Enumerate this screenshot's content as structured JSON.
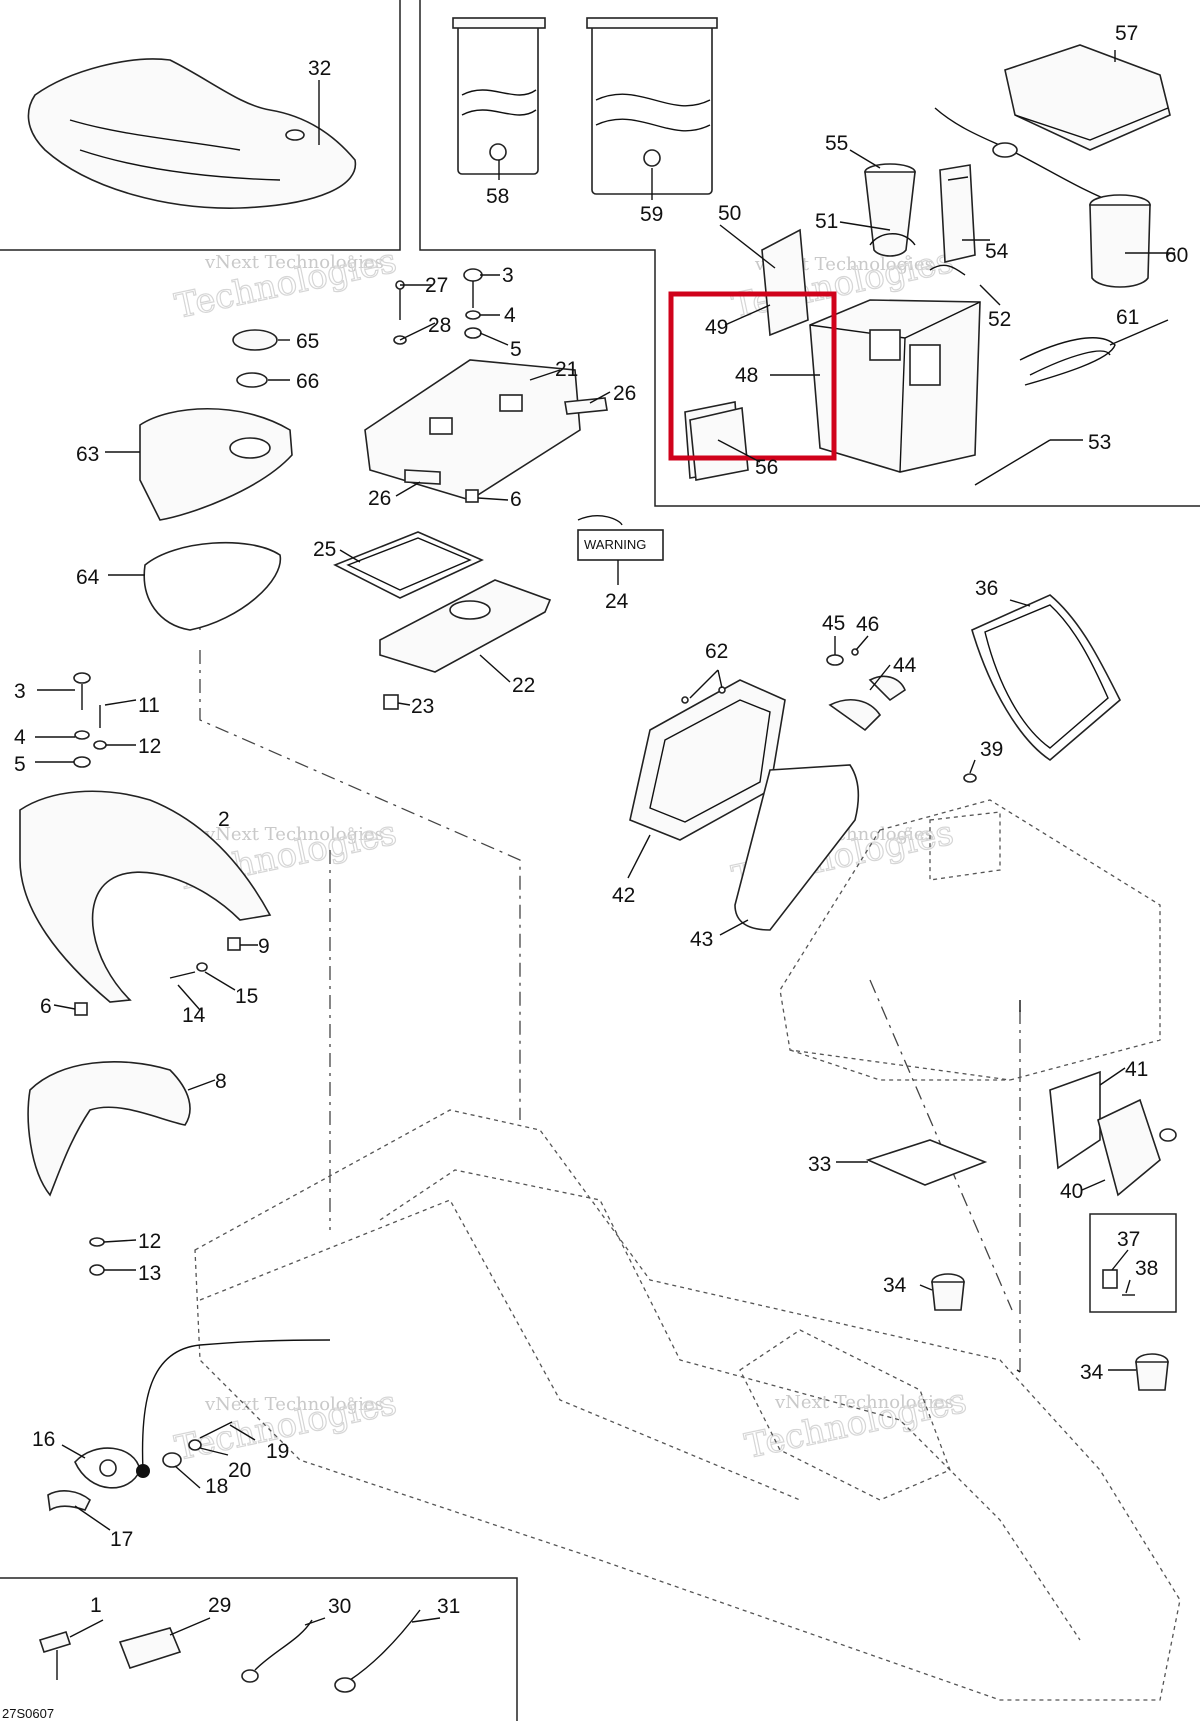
{
  "diagram": {
    "drawing_code": "27S0607",
    "watermark_line1": "vNext Technologies",
    "watermark_line2": "Technologies",
    "warning_label_text": "WARNING",
    "highlight_color": "#d0021b",
    "highlighted_parts": [
      "48",
      "49",
      "56"
    ],
    "callouts": [
      {
        "id": "c1",
        "label": "1"
      },
      {
        "id": "c2",
        "label": "2"
      },
      {
        "id": "c3a",
        "label": "3"
      },
      {
        "id": "c3b",
        "label": "3"
      },
      {
        "id": "c4a",
        "label": "4"
      },
      {
        "id": "c4b",
        "label": "4"
      },
      {
        "id": "c5a",
        "label": "5"
      },
      {
        "id": "c5b",
        "label": "5"
      },
      {
        "id": "c6a",
        "label": "6"
      },
      {
        "id": "c6b",
        "label": "6"
      },
      {
        "id": "c8",
        "label": "8"
      },
      {
        "id": "c9",
        "label": "9"
      },
      {
        "id": "c11",
        "label": "11"
      },
      {
        "id": "c12a",
        "label": "12"
      },
      {
        "id": "c12b",
        "label": "12"
      },
      {
        "id": "c13",
        "label": "13"
      },
      {
        "id": "c14",
        "label": "14"
      },
      {
        "id": "c15",
        "label": "15"
      },
      {
        "id": "c16",
        "label": "16"
      },
      {
        "id": "c17",
        "label": "17"
      },
      {
        "id": "c18",
        "label": "18"
      },
      {
        "id": "c19",
        "label": "19"
      },
      {
        "id": "c20",
        "label": "20"
      },
      {
        "id": "c21",
        "label": "21"
      },
      {
        "id": "c22",
        "label": "22"
      },
      {
        "id": "c23",
        "label": "23"
      },
      {
        "id": "c24",
        "label": "24"
      },
      {
        "id": "c25",
        "label": "25"
      },
      {
        "id": "c26a",
        "label": "26"
      },
      {
        "id": "c26b",
        "label": "26"
      },
      {
        "id": "c27",
        "label": "27"
      },
      {
        "id": "c28",
        "label": "28"
      },
      {
        "id": "c29",
        "label": "29"
      },
      {
        "id": "c30",
        "label": "30"
      },
      {
        "id": "c31",
        "label": "31"
      },
      {
        "id": "c32",
        "label": "32"
      },
      {
        "id": "c33",
        "label": "33"
      },
      {
        "id": "c34a",
        "label": "34"
      },
      {
        "id": "c34b",
        "label": "34"
      },
      {
        "id": "c36",
        "label": "36"
      },
      {
        "id": "c37",
        "label": "37"
      },
      {
        "id": "c38",
        "label": "38"
      },
      {
        "id": "c39",
        "label": "39"
      },
      {
        "id": "c40",
        "label": "40"
      },
      {
        "id": "c41",
        "label": "41"
      },
      {
        "id": "c42",
        "label": "42"
      },
      {
        "id": "c43",
        "label": "43"
      },
      {
        "id": "c44",
        "label": "44"
      },
      {
        "id": "c45",
        "label": "45"
      },
      {
        "id": "c46",
        "label": "46"
      },
      {
        "id": "c48",
        "label": "48"
      },
      {
        "id": "c49",
        "label": "49"
      },
      {
        "id": "c50",
        "label": "50"
      },
      {
        "id": "c51",
        "label": "51"
      },
      {
        "id": "c52",
        "label": "52"
      },
      {
        "id": "c53",
        "label": "53"
      },
      {
        "id": "c54",
        "label": "54"
      },
      {
        "id": "c55",
        "label": "55"
      },
      {
        "id": "c56",
        "label": "56"
      },
      {
        "id": "c57",
        "label": "57"
      },
      {
        "id": "c58",
        "label": "58"
      },
      {
        "id": "c59",
        "label": "59"
      },
      {
        "id": "c60",
        "label": "60"
      },
      {
        "id": "c61",
        "label": "61"
      },
      {
        "id": "c62",
        "label": "62"
      },
      {
        "id": "c63",
        "label": "63"
      },
      {
        "id": "c64",
        "label": "64"
      },
      {
        "id": "c65",
        "label": "65"
      },
      {
        "id": "c66",
        "label": "66"
      }
    ]
  }
}
